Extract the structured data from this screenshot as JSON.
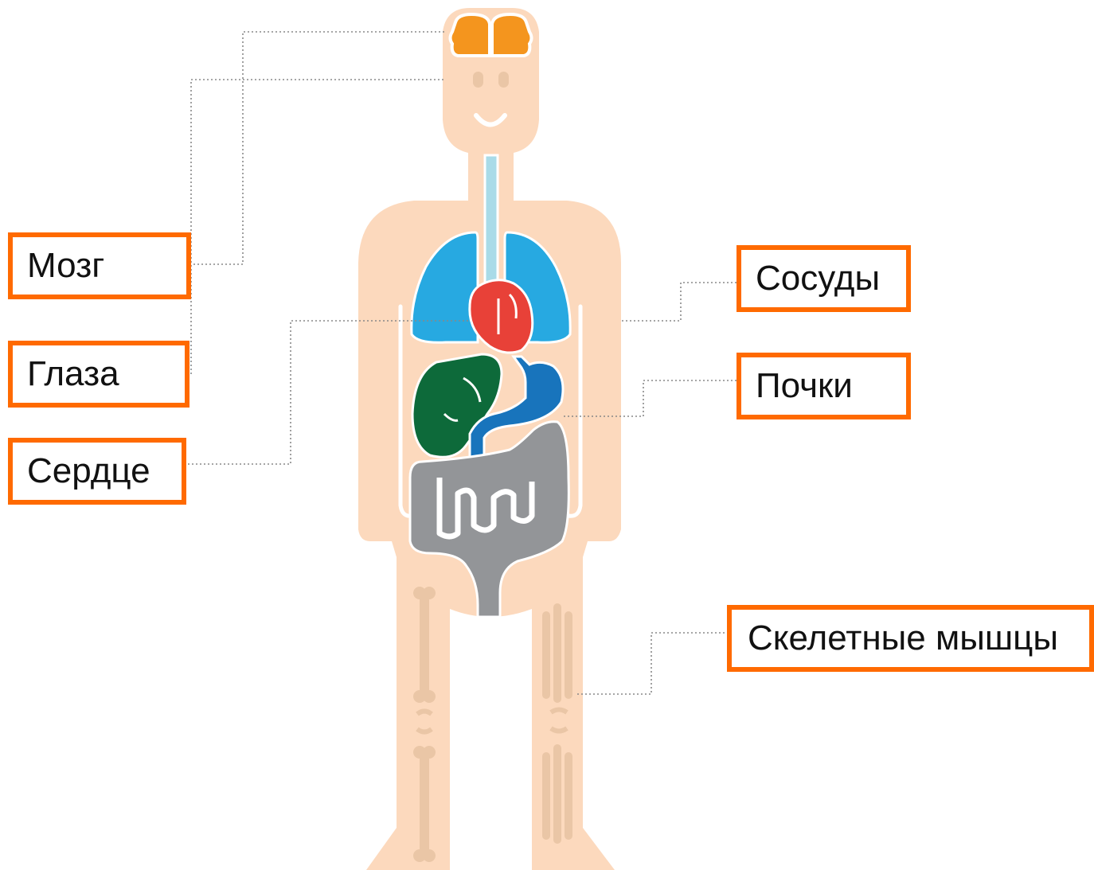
{
  "labels": {
    "brain": "Мозг",
    "eyes": "Глаза",
    "heart": "Сердце",
    "vessels": "Сосуды",
    "kidneys": "Почки",
    "muscles": "Скелетные мышцы"
  },
  "colors": {
    "accent_border": "#ff6a00",
    "skin": "#fcd9bd",
    "brain": "#f4951e",
    "lungs": "#27a9e1",
    "heart": "#e84138",
    "liver": "#0d6a3a",
    "kidney": "#1874bc",
    "intestine": "#939598",
    "bone": "#eac6a6",
    "connector": "#888888"
  }
}
